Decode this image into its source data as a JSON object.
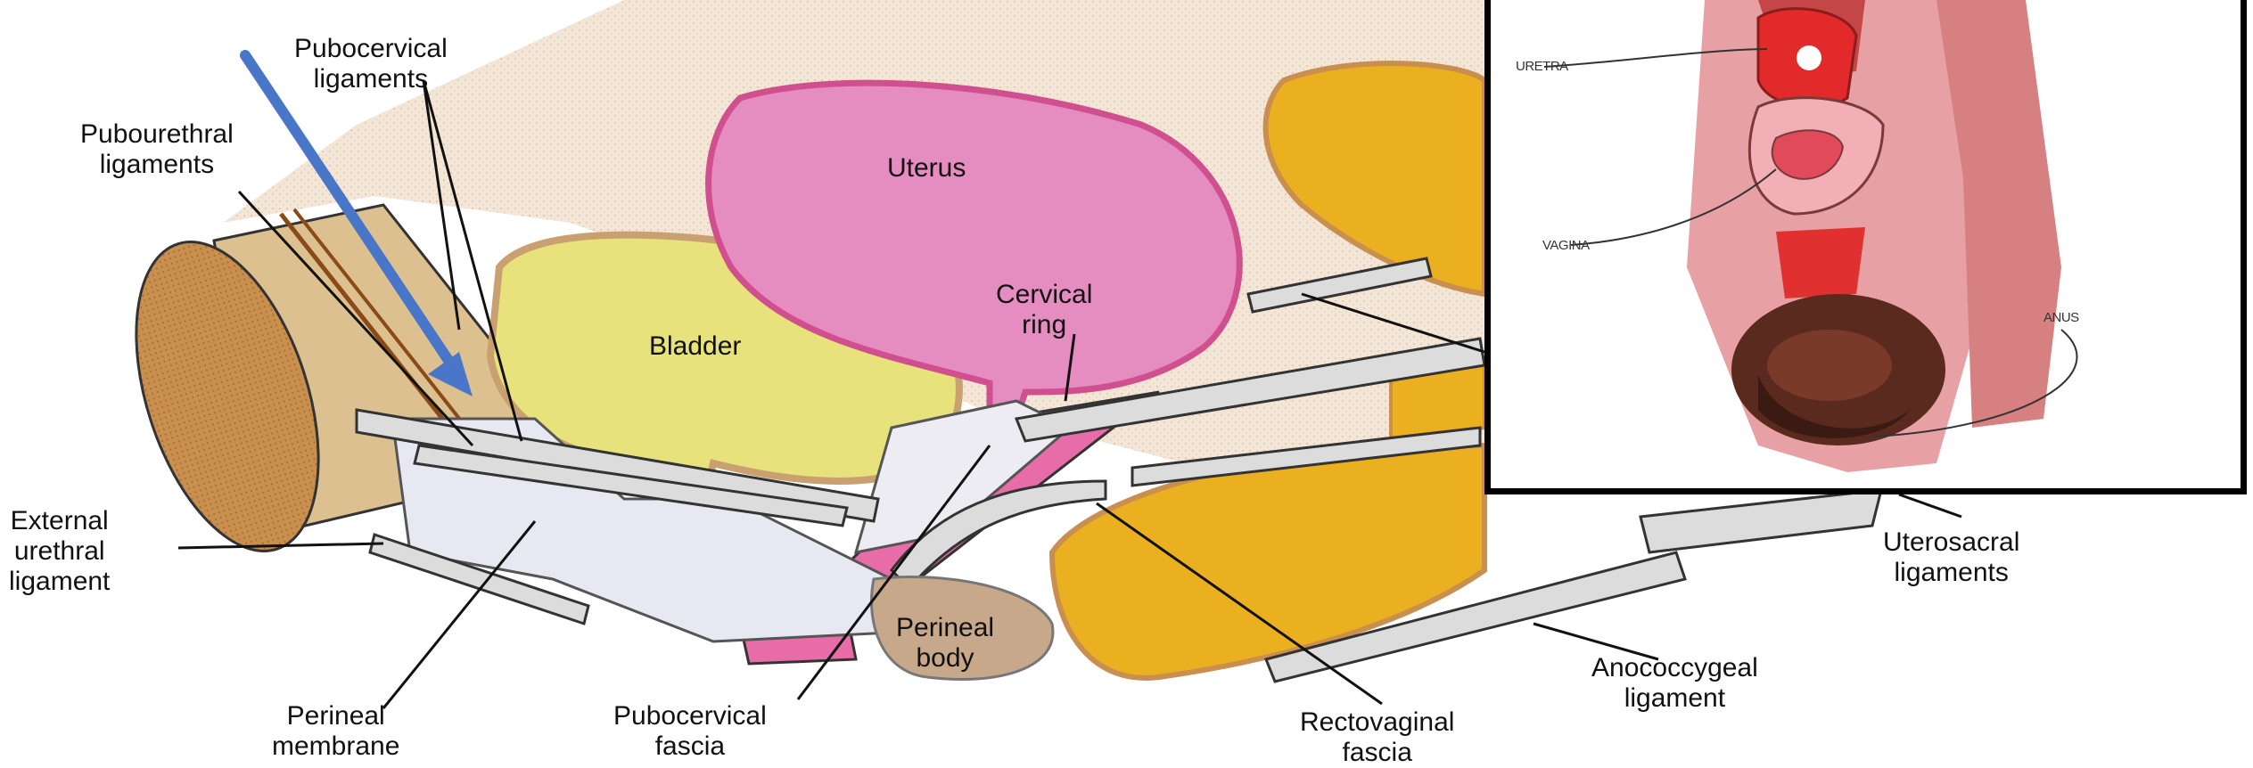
{
  "labels": {
    "pubocervical_ligaments": [
      "Pubocervical",
      "ligaments"
    ],
    "pubourethral_ligaments": [
      "Pubourethral",
      "ligaments"
    ],
    "uterus": "Uterus",
    "bladder": "Bladder",
    "cervical_ring": [
      "Cervical",
      "ring"
    ],
    "external_urethral_ligament": [
      "External",
      "urethral",
      "ligament"
    ],
    "perineal_membrane": [
      "Perineal",
      "membrane"
    ],
    "pubocervical_fascia": [
      "Pubocervical",
      "fascia"
    ],
    "perineal_body": [
      "Perineal",
      "body"
    ],
    "rectovaginal_fascia": [
      "Rectovaginal",
      "fascia"
    ],
    "anococcygeal_ligament": [
      "Anococcygeal",
      "ligament"
    ],
    "uterosacral_ligaments": [
      "Uterosacral",
      "ligaments"
    ]
  },
  "inset": {
    "uretra": "URETRA",
    "vagina": "VAGINA",
    "anus": "ANUS"
  },
  "colors": {
    "uterus": "#e38bbf",
    "bladder": "#e6e07a",
    "bone": "#d9b98a",
    "rectum": "#eab020",
    "arrow": "#4a76c9",
    "fascia": "#e6e6ee"
  }
}
